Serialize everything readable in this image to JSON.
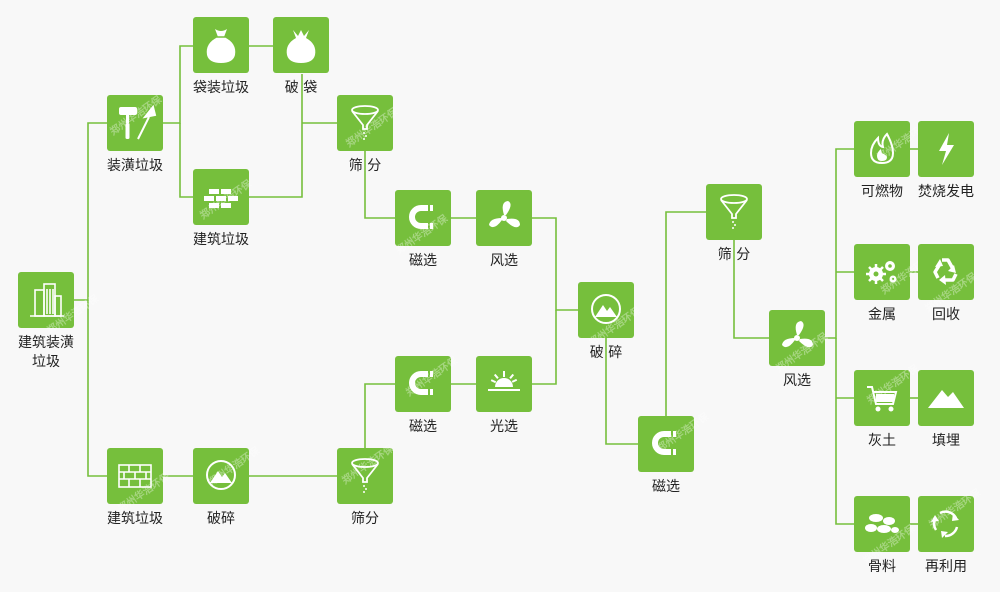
{
  "colors": {
    "node": "#76bf3c",
    "line": "#76bf3c",
    "icon": "#ffffff",
    "label": "#222222"
  },
  "watermark": "郑州华浩环保",
  "nodes": {
    "root": {
      "label": "建筑装潢\n垃圾",
      "icon": "building-icon"
    },
    "deco_waste": {
      "label": "装潢垃圾",
      "icon": "paint-roller-icon"
    },
    "bagged": {
      "label": "袋装垃圾",
      "icon": "sack-icon"
    },
    "bag_break": {
      "label": "破 袋",
      "icon": "open-sack-icon"
    },
    "constr_top": {
      "label": "建筑垃圾",
      "icon": "bricks-icon"
    },
    "sieve_1": {
      "label": "筛 分",
      "icon": "funnel-icon"
    },
    "magnet_1": {
      "label": "磁选",
      "icon": "magnet-icon"
    },
    "wind_1": {
      "label": "风选",
      "icon": "fan-icon"
    },
    "constr_bot": {
      "label": "建筑垃圾",
      "icon": "bricks-icon"
    },
    "crush_1": {
      "label": "破碎",
      "icon": "rock-crush-icon"
    },
    "sieve_2": {
      "label": "筛分",
      "icon": "funnel-icon"
    },
    "magnet_2": {
      "label": "磁选",
      "icon": "magnet-icon"
    },
    "light_sort": {
      "label": "光选",
      "icon": "sunrise-icon"
    },
    "crush_2": {
      "label": "破 碎",
      "icon": "rock-crush-icon"
    },
    "magnet_3": {
      "label": "磁选",
      "icon": "magnet-icon"
    },
    "sieve_3": {
      "label": "筛 分",
      "icon": "funnel-icon"
    },
    "wind_2": {
      "label": "风选",
      "icon": "fan-icon"
    },
    "combustible": {
      "label": "可燃物",
      "icon": "flame-icon"
    },
    "power": {
      "label": "焚烧发电",
      "icon": "lightning-icon"
    },
    "metal": {
      "label": "金属",
      "icon": "gears-icon"
    },
    "recycle": {
      "label": "回收",
      "icon": "recycle-icon"
    },
    "ash": {
      "label": "灰土",
      "icon": "cart-icon"
    },
    "landfill": {
      "label": "填埋",
      "icon": "mountain-icon"
    },
    "aggregate": {
      "label": "骨料",
      "icon": "stones-icon"
    },
    "reuse": {
      "label": "再利用",
      "icon": "reuse-arrows-icon"
    }
  }
}
